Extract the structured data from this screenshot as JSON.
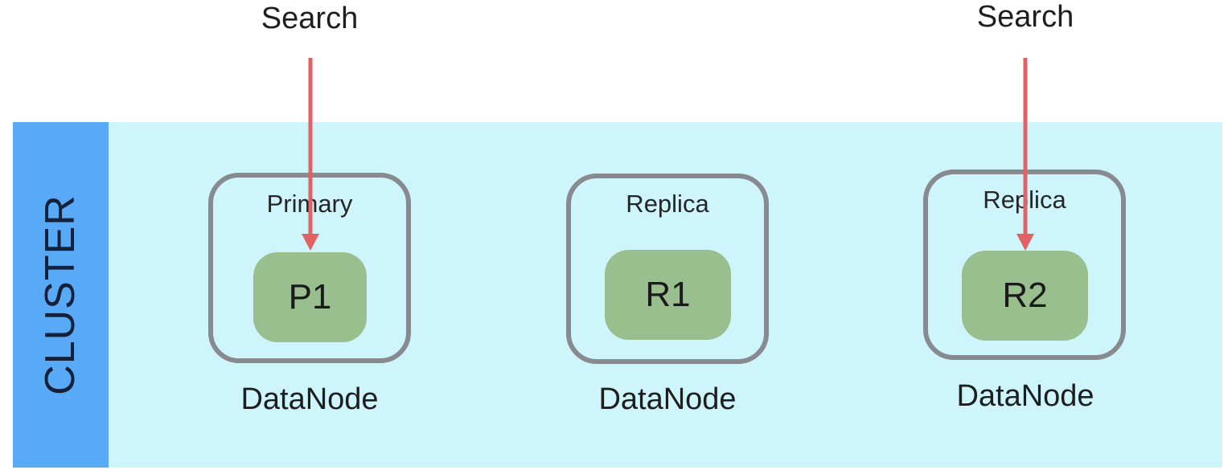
{
  "colors": {
    "cluster_background": "#cef5fc",
    "cluster_bar": "#58a9f6",
    "node_border": "#878a8f",
    "shard_fill": "#98bf8d",
    "arrow": "#e06262"
  },
  "cluster": {
    "label": "CLUSTER"
  },
  "searches": [
    {
      "label": "Search",
      "target": "P1"
    },
    {
      "label": "Search",
      "target": "R2"
    }
  ],
  "nodes": [
    {
      "role": "Primary",
      "shard": "P1",
      "name": "DataNode"
    },
    {
      "role": "Replica",
      "shard": "R1",
      "name": "DataNode"
    },
    {
      "role": "Replica",
      "shard": "R2",
      "name": "DataNode"
    }
  ]
}
